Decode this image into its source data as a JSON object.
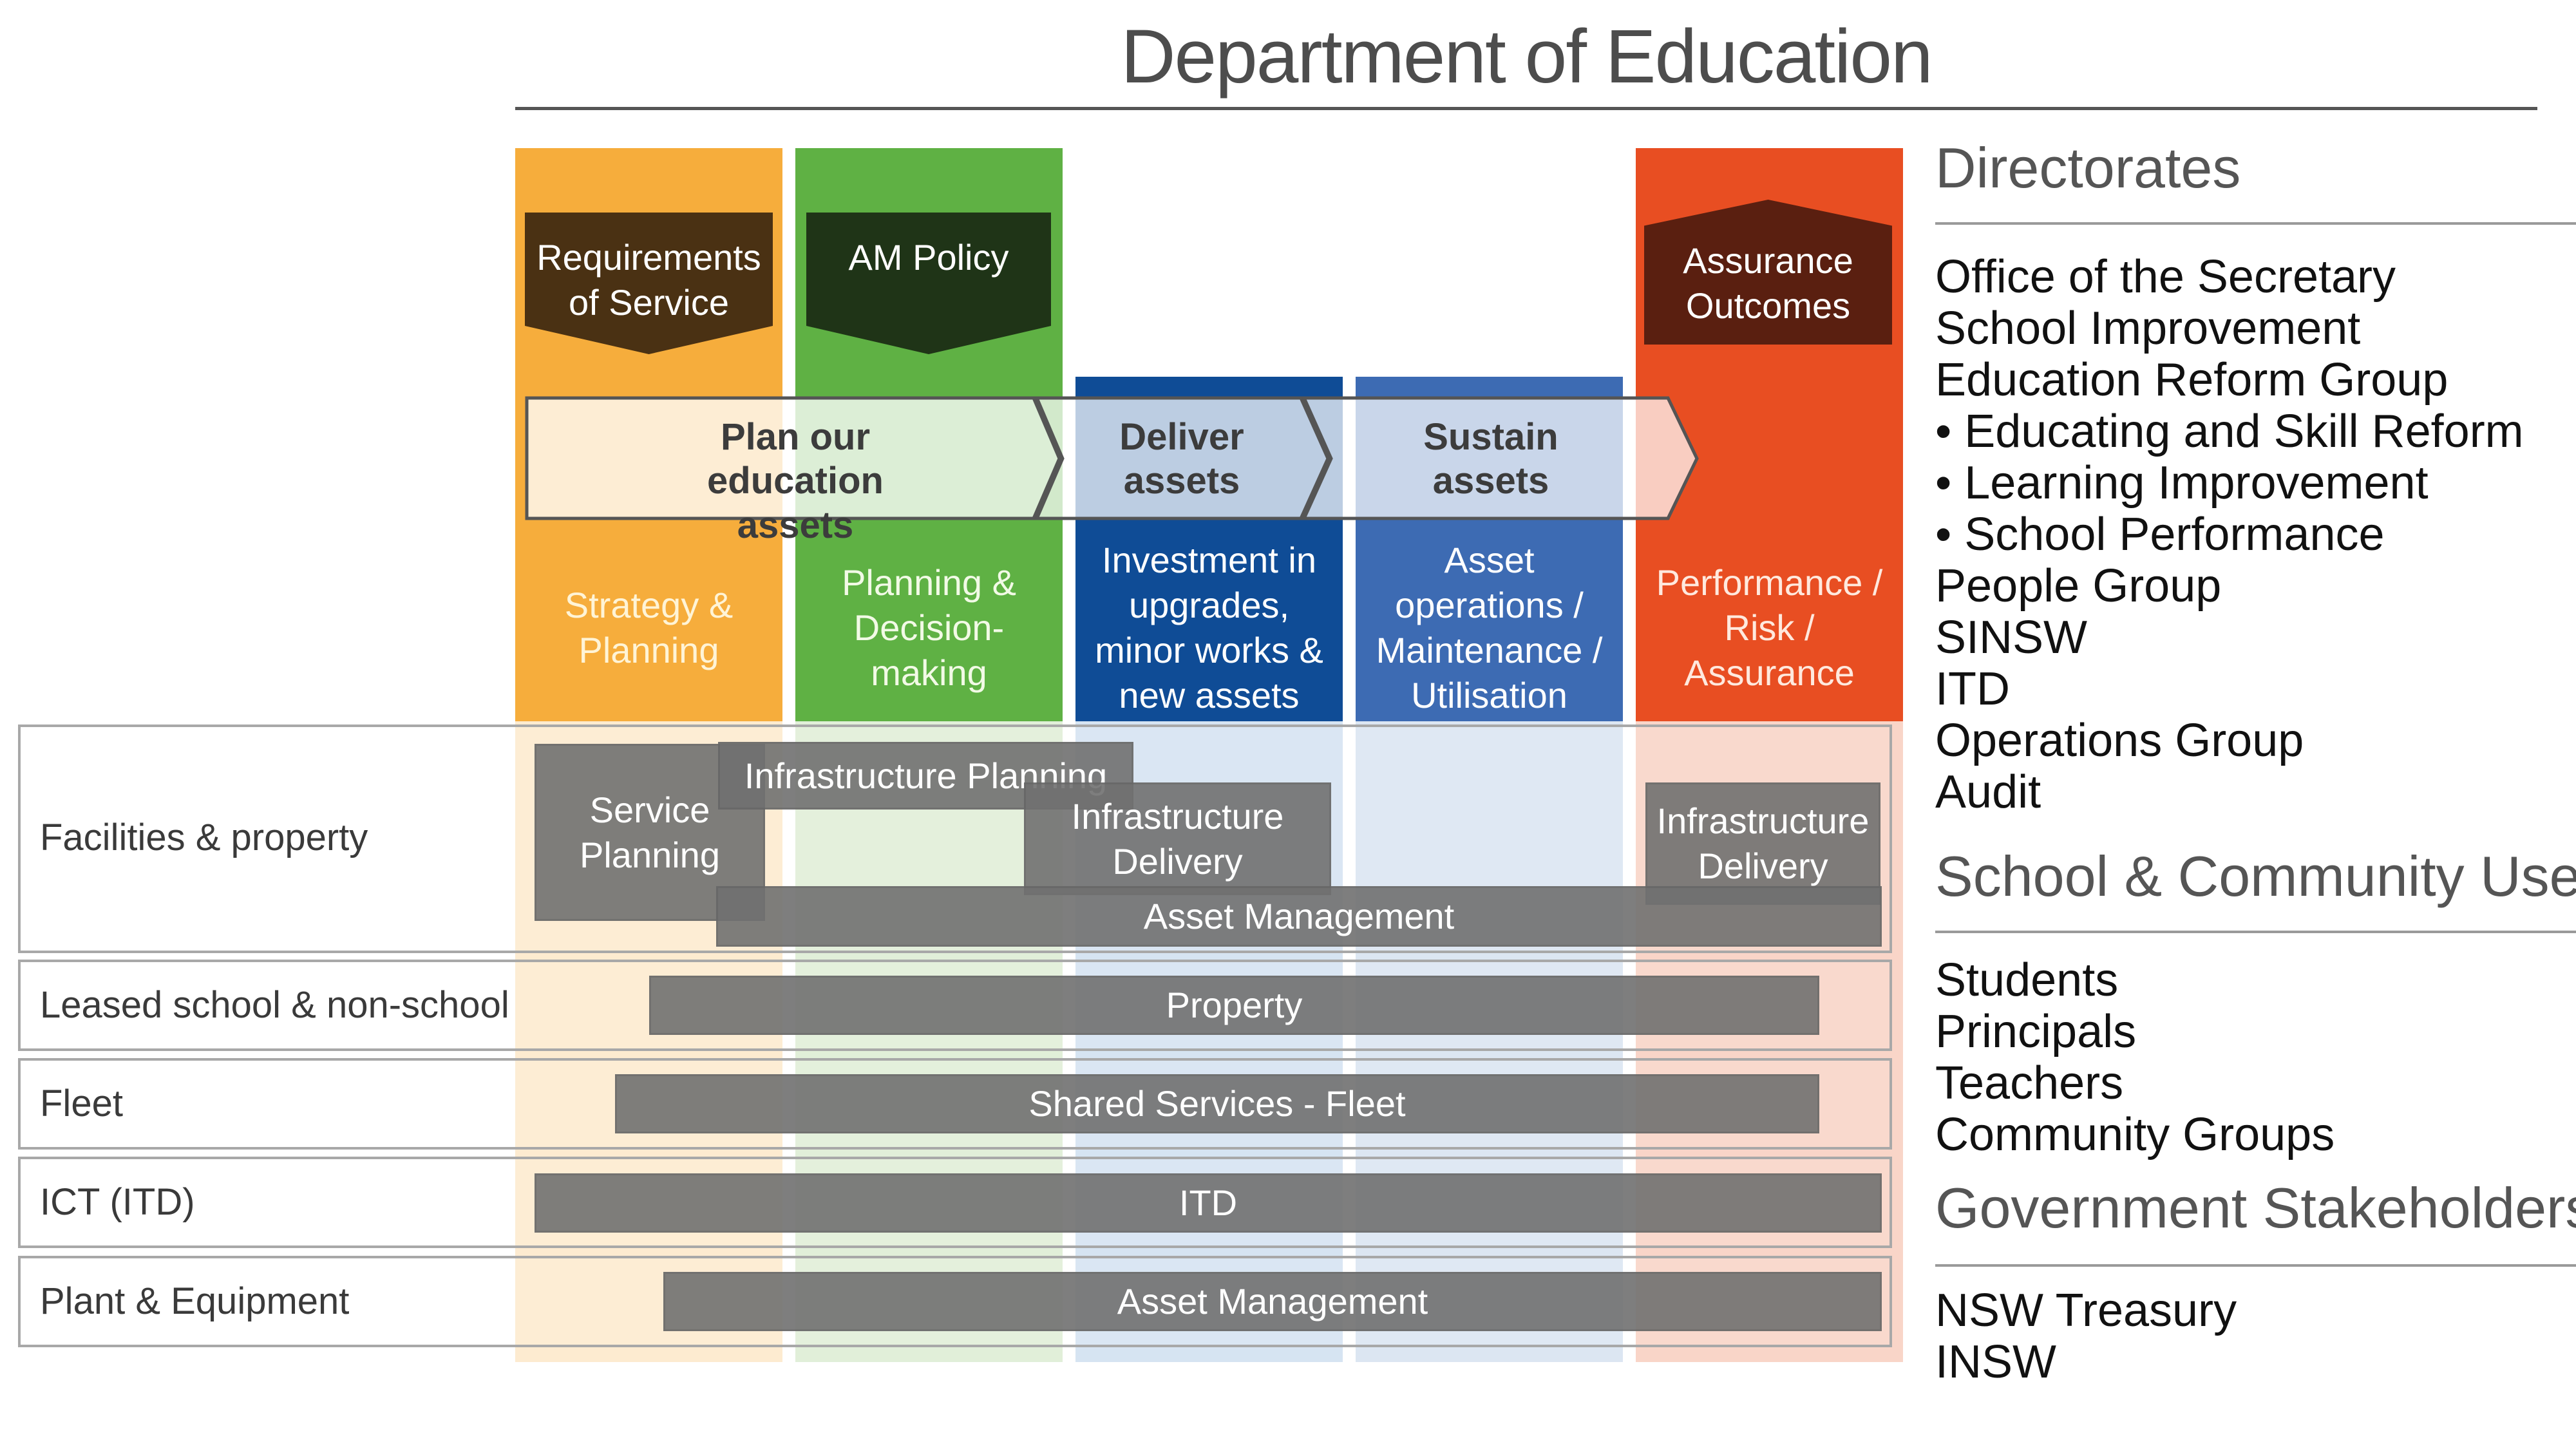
{
  "title": "Department of Education",
  "colors": {
    "orange": "#F6AD3C",
    "green": "#5FB144",
    "dark_blue": "#0F4C96",
    "mid_blue": "#3D6BB3",
    "red": "#E84E22",
    "gray_bar": "#707070"
  },
  "columns": [
    {
      "label": "Strategy & Planning",
      "header": "Requirements of Service"
    },
    {
      "label": "Planning & Decision-making",
      "header": "AM Policy"
    },
    {
      "label": "Investment in upgrades, minor works & new assets"
    },
    {
      "label": "Asset operations / Maintenance / Utilisation"
    },
    {
      "label": "Performance / Risk / Assurance",
      "header": "Assurance Outcomes"
    }
  ],
  "stages": [
    {
      "label": "Plan our education assets"
    },
    {
      "label": "Deliver assets"
    },
    {
      "label": "Sustain assets"
    }
  ],
  "lanes": [
    {
      "label": "Facilities & property"
    },
    {
      "label": "Leased school & non-school"
    },
    {
      "label": "Fleet"
    },
    {
      "label": "ICT (ITD)"
    },
    {
      "label": "Plant & Equipment"
    }
  ],
  "bars": {
    "service_planning": "Service Planning",
    "infrastructure_planning": "Infrastructure Planning",
    "infrastructure_delivery": "Infrastructure Delivery",
    "infrastructure_delivery_2": "Infrastructure Delivery",
    "asset_management": "Asset Management",
    "property": "Property",
    "shared_services_fleet": "Shared Services - Fleet",
    "itd": "ITD",
    "asset_management_2": "Asset Management"
  },
  "sidebar": {
    "directorates": {
      "heading": "Directorates",
      "items": [
        "Office of the Secretary",
        "School Improvement",
        "Education Reform Group",
        "• Educating and Skill Reform",
        "• Learning Improvement",
        "• School Performance",
        "People Group",
        "SINSW",
        "ITD",
        "Operations Group",
        "Audit"
      ]
    },
    "school_users": {
      "heading": "School & Community Users",
      "items": [
        "Students",
        "Principals",
        "Teachers",
        "Community Groups"
      ]
    },
    "gov": {
      "heading": "Government Stakeholders",
      "items": [
        "NSW Treasury",
        "INSW"
      ]
    }
  }
}
